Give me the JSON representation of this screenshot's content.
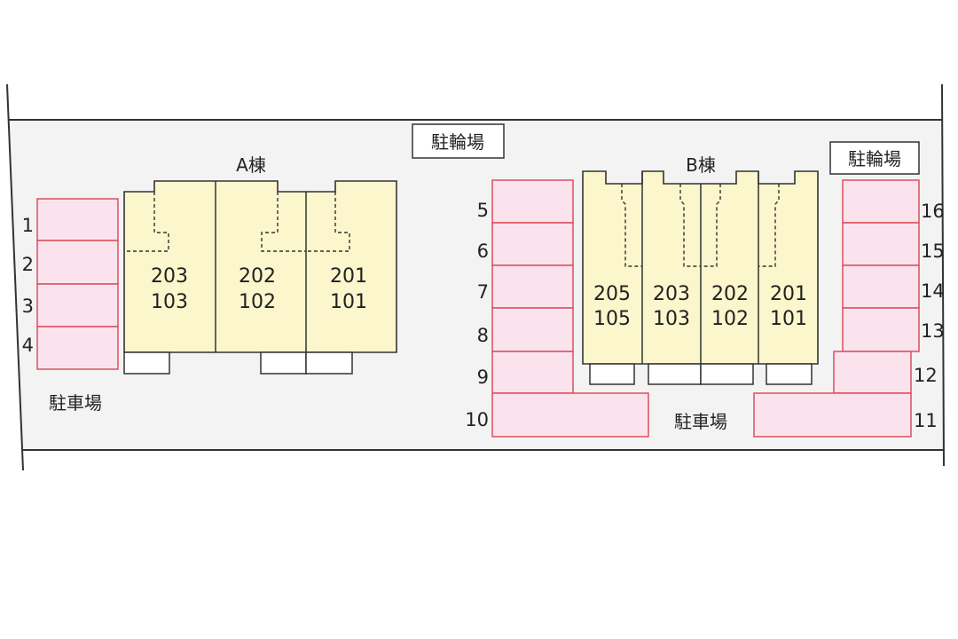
{
  "site": {
    "bicycle_parking_label": "駐輪場",
    "car_parking_label": "駐車場"
  },
  "building_a": {
    "label": "A棟",
    "units": [
      {
        "upper": "203",
        "lower": "103"
      },
      {
        "upper": "202",
        "lower": "102"
      },
      {
        "upper": "201",
        "lower": "101"
      }
    ]
  },
  "building_b": {
    "label": "B棟",
    "units": [
      {
        "upper": "205",
        "lower": "105"
      },
      {
        "upper": "203",
        "lower": "103"
      },
      {
        "upper": "202",
        "lower": "102"
      },
      {
        "upper": "201",
        "lower": "101"
      }
    ]
  },
  "parking_spaces": [
    "1",
    "2",
    "3",
    "4",
    "5",
    "6",
    "7",
    "8",
    "9",
    "10",
    "11",
    "12",
    "13",
    "14",
    "15",
    "16"
  ],
  "colors": {
    "parking_fill": "#fbe3ee",
    "parking_stroke": "#d9505f",
    "building_fill": "#fbf6cc",
    "ground": "#f3f3f3"
  }
}
